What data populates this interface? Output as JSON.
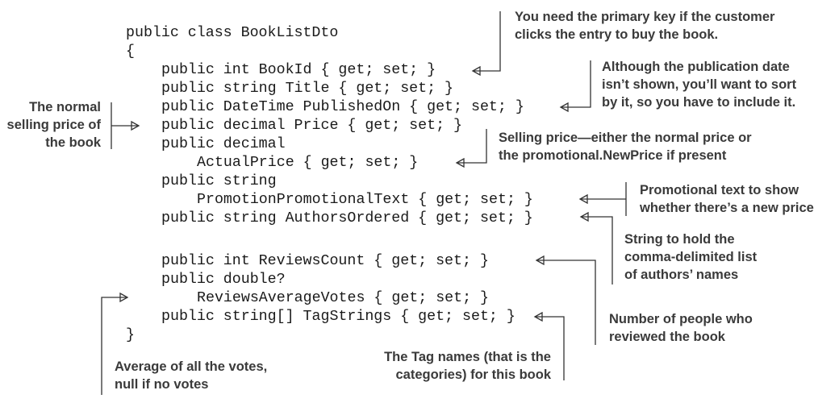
{
  "code": {
    "lines": [
      "public class BookListDto",
      "{",
      "public int BookId { get; set; }",
      "public string Title { get; set; }",
      "public DateTime PublishedOn { get; set; }",
      "public decimal Price { get; set; }",
      "public decimal",
      "ActualPrice { get; set; }",
      "public string",
      "PromotionPromotionalText { get; set; }",
      "public string AuthorsOrdered { get; set; }",
      "public int ReviewsCount { get; set; }",
      "public double?",
      "ReviewsAverageVotes { get; set; }",
      "public string[] TagStrings { get; set; }",
      "}"
    ]
  },
  "annotations": {
    "bookid": "You need the primary key if the customer\nclicks the entry to buy the book.",
    "publishedon": "Although the publication date\nisn’t shown, you’ll want to sort\nby it, so you have to include it.",
    "price": "The normal\nselling price of\nthe book",
    "actualprice": "Selling price—either the normal price or\nthe promotional.NewPrice if present",
    "promotext": "Promotional text to show\nwhether there’s a new price",
    "authors": "String to hold the\ncomma-delimited list\nof authors’ names",
    "reviewscount": "Number of people who\nreviewed the book",
    "avgvotes": "Average of all the votes,\nnull if no votes",
    "tags": "The Tag names (that is the\ncategories) for this book"
  }
}
